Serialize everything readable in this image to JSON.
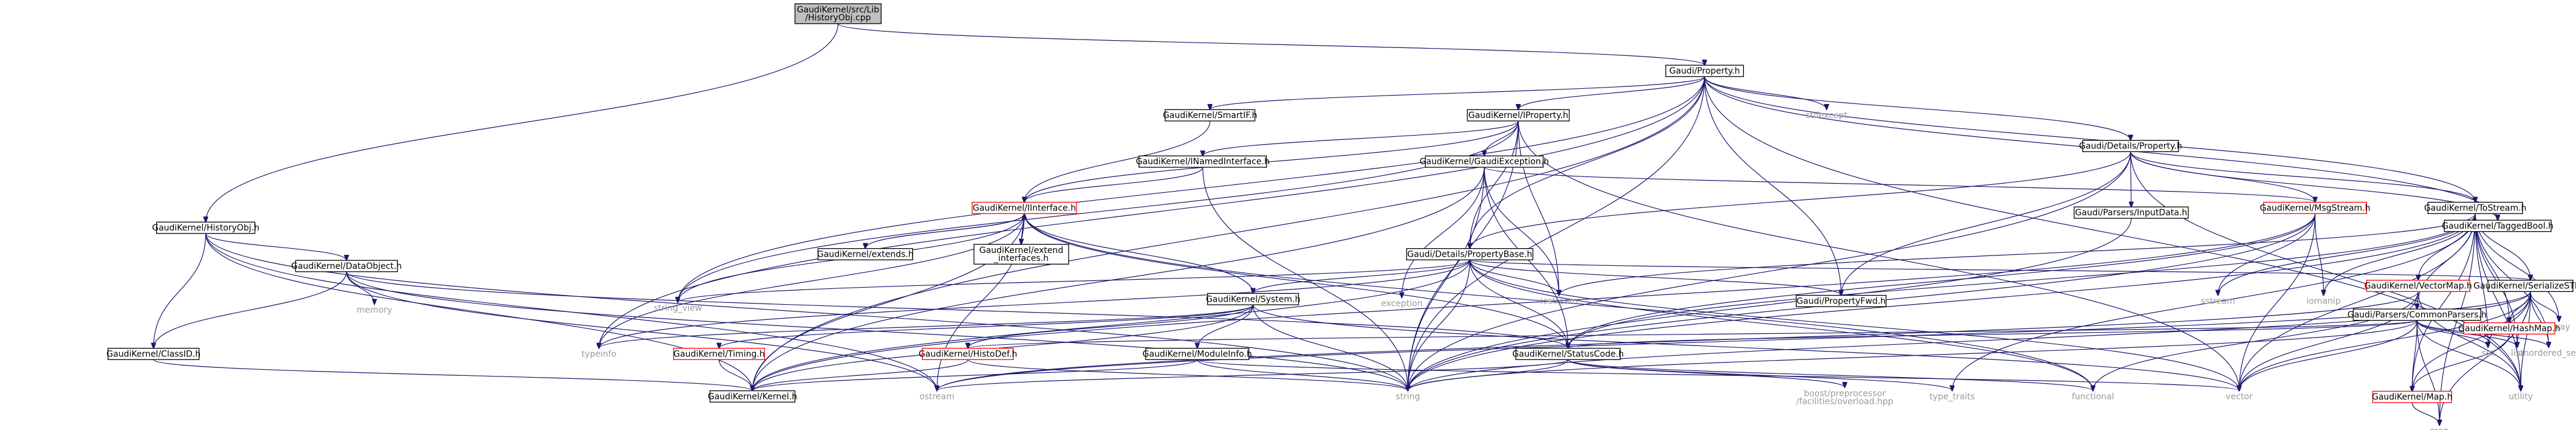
{
  "diagram": {
    "nodes": [
      {
        "id": "root",
        "lines": [
          "GaudiKernel/src/Lib",
          "/HistoryObj.cpp"
        ],
        "style": "root"
      },
      {
        "id": "prop",
        "lines": [
          "Gaudi/Property.h"
        ],
        "style": "normal"
      },
      {
        "id": "histobj",
        "lines": [
          "GaudiKernel/HistoryObj.h"
        ],
        "style": "normal"
      },
      {
        "id": "smartif",
        "lines": [
          "GaudiKernel/SmartIF.h"
        ],
        "style": "normal"
      },
      {
        "id": "iproperty",
        "lines": [
          "GaudiKernel/IProperty.h"
        ],
        "style": "normal"
      },
      {
        "id": "stdexcept",
        "lines": [
          "stdexcept"
        ],
        "style": "system"
      },
      {
        "id": "dprop",
        "lines": [
          "Gaudi/Details/Property.h"
        ],
        "style": "normal"
      },
      {
        "id": "taggedbool",
        "lines": [
          "GaudiKernel/TaggedBool.h"
        ],
        "style": "normal"
      },
      {
        "id": "inamed",
        "lines": [
          "GaudiKernel/INamedInterface.h"
        ],
        "style": "normal"
      },
      {
        "id": "gexc",
        "lines": [
          "GaudiKernel/GaudiException.h"
        ],
        "style": "normal"
      },
      {
        "id": "dataobj",
        "lines": [
          "GaudiKernel/DataObject.h"
        ],
        "style": "normal"
      },
      {
        "id": "iface",
        "lines": [
          "GaudiKernel/IInterface.h"
        ],
        "style": "red"
      },
      {
        "id": "ext",
        "lines": [
          "GaudiKernel/extends.h"
        ],
        "style": "normal"
      },
      {
        "id": "extif",
        "lines": [
          "GaudiKernel/extend",
          "_interfaces.h"
        ],
        "style": "normal"
      },
      {
        "id": "dpbase",
        "lines": [
          "Gaudi/Details/PropertyBase.h"
        ],
        "style": "normal"
      },
      {
        "id": "inputdata",
        "lines": [
          "Gaudi/Parsers/InputData.h"
        ],
        "style": "normal"
      },
      {
        "id": "msgstream",
        "lines": [
          "GaudiKernel/MsgStream.h"
        ],
        "style": "red"
      },
      {
        "id": "tostream",
        "lines": [
          "GaudiKernel/ToStream.h"
        ],
        "style": "normal"
      },
      {
        "id": "exception",
        "lines": [
          "exception"
        ],
        "style": "system"
      },
      {
        "id": "classid",
        "lines": [
          "GaudiKernel/ClassID.h"
        ],
        "style": "normal"
      },
      {
        "id": "memory",
        "lines": [
          "memory"
        ],
        "style": "system"
      },
      {
        "id": "stringview",
        "lines": [
          "string_view"
        ],
        "style": "system"
      },
      {
        "id": "system",
        "lines": [
          "GaudiKernel/System.h"
        ],
        "style": "normal"
      },
      {
        "id": "iostream",
        "lines": [
          "iostream"
        ],
        "style": "system"
      },
      {
        "id": "propfwd",
        "lines": [
          "Gaudi/PropertyFwd.h"
        ],
        "style": "normal"
      },
      {
        "id": "sstream",
        "lines": [
          "sstream"
        ],
        "style": "system"
      },
      {
        "id": "iomanip",
        "lines": [
          "iomanip"
        ],
        "style": "system"
      },
      {
        "id": "vectormap",
        "lines": [
          "GaudiKernel/VectorMap.h"
        ],
        "style": "red"
      },
      {
        "id": "commonparsers",
        "lines": [
          "Gaudi/Parsers/CommonParsers.h"
        ],
        "style": "normal"
      },
      {
        "id": "serialize",
        "lines": [
          "GaudiKernel/SerializeSTL.h"
        ],
        "style": "normal"
      },
      {
        "id": "typeinfo",
        "lines": [
          "typeinfo"
        ],
        "style": "system"
      },
      {
        "id": "timing",
        "lines": [
          "GaudiKernel/Timing.h"
        ],
        "style": "red"
      },
      {
        "id": "histodef",
        "lines": [
          "GaudiKernel/HistoDef.h"
        ],
        "style": "red"
      },
      {
        "id": "modinfo",
        "lines": [
          "GaudiKernel/ModuleInfo.h"
        ],
        "style": "normal"
      },
      {
        "id": "statuscode",
        "lines": [
          "GaudiKernel/StatusCode.h"
        ],
        "style": "normal"
      },
      {
        "id": "set",
        "lines": [
          "set"
        ],
        "style": "system"
      },
      {
        "id": "list",
        "lines": [
          "list"
        ],
        "style": "system"
      },
      {
        "id": "unordset",
        "lines": [
          "unordered_set"
        ],
        "style": "system"
      },
      {
        "id": "array",
        "lines": [
          "array"
        ],
        "style": "system"
      },
      {
        "id": "hashmap",
        "lines": [
          "GaudiKernel/HashMap.h"
        ],
        "style": "red"
      },
      {
        "id": "kernel",
        "lines": [
          "GaudiKernel/Kernel.h"
        ],
        "style": "normal"
      },
      {
        "id": "ostream",
        "lines": [
          "ostream"
        ],
        "style": "system"
      },
      {
        "id": "string",
        "lines": [
          "string"
        ],
        "style": "system"
      },
      {
        "id": "boost",
        "lines": [
          "boost/preprocessor",
          "/facilities/overload.hpp"
        ],
        "style": "system"
      },
      {
        "id": "typetraits",
        "lines": [
          "type_traits"
        ],
        "style": "system"
      },
      {
        "id": "functional",
        "lines": [
          "functional"
        ],
        "style": "system"
      },
      {
        "id": "vector",
        "lines": [
          "vector"
        ],
        "style": "system"
      },
      {
        "id": "gmap",
        "lines": [
          "GaudiKernel/Map.h"
        ],
        "style": "red"
      },
      {
        "id": "utility",
        "lines": [
          "utility"
        ],
        "style": "system"
      },
      {
        "id": "map",
        "lines": [
          "map"
        ],
        "style": "system"
      }
    ],
    "edges": [
      [
        "root",
        "prop"
      ],
      [
        "root",
        "histobj"
      ],
      [
        "prop",
        "smartif"
      ],
      [
        "prop",
        "iproperty"
      ],
      [
        "prop",
        "stdexcept"
      ],
      [
        "prop",
        "dprop"
      ],
      [
        "prop",
        "dpbase"
      ],
      [
        "prop",
        "propfwd"
      ],
      [
        "prop",
        "tostream"
      ],
      [
        "prop",
        "taggedbool"
      ],
      [
        "prop",
        "utility"
      ],
      [
        "prop",
        "string"
      ],
      [
        "prop",
        "stringview"
      ],
      [
        "prop",
        "typeinfo"
      ],
      [
        "prop",
        "kernel"
      ],
      [
        "histobj",
        "dataobj"
      ],
      [
        "histobj",
        "classid"
      ],
      [
        "histobj",
        "kernel"
      ],
      [
        "histobj",
        "string"
      ],
      [
        "histobj",
        "ostream"
      ],
      [
        "smartif",
        "iface"
      ],
      [
        "iproperty",
        "inamed"
      ],
      [
        "iproperty",
        "gexc"
      ],
      [
        "iproperty",
        "dpbase"
      ],
      [
        "iproperty",
        "iface"
      ],
      [
        "iproperty",
        "iostream"
      ],
      [
        "iproperty",
        "string"
      ],
      [
        "iproperty",
        "stringview"
      ],
      [
        "iproperty",
        "vector"
      ],
      [
        "dprop",
        "dpbase"
      ],
      [
        "dprop",
        "inputdata"
      ],
      [
        "dprop",
        "msgstream"
      ],
      [
        "dprop",
        "tostream"
      ],
      [
        "dprop",
        "taggedbool"
      ],
      [
        "dprop",
        "propfwd"
      ],
      [
        "dprop",
        "string"
      ],
      [
        "dprop",
        "utility"
      ],
      [
        "inamed",
        "iface"
      ],
      [
        "inamed",
        "string"
      ],
      [
        "gexc",
        "exception"
      ],
      [
        "gexc",
        "iostream"
      ],
      [
        "gexc",
        "statuscode"
      ],
      [
        "gexc",
        "string"
      ],
      [
        "gexc",
        "kernel"
      ],
      [
        "gexc",
        "msgstream"
      ],
      [
        "dataobj",
        "classid"
      ],
      [
        "dataobj",
        "statuscode"
      ],
      [
        "dataobj",
        "memory"
      ],
      [
        "dataobj",
        "string"
      ],
      [
        "dataobj",
        "ostream"
      ],
      [
        "iface",
        "ext"
      ],
      [
        "iface",
        "extif"
      ],
      [
        "iface",
        "system"
      ],
      [
        "iface",
        "statuscode"
      ],
      [
        "iface",
        "kernel"
      ],
      [
        "iface",
        "typeinfo"
      ],
      [
        "iface",
        "ostream"
      ],
      [
        "iface",
        "stringview"
      ],
      [
        "iface",
        "functional"
      ],
      [
        "ext",
        "iface"
      ],
      [
        "extif",
        "iface"
      ],
      [
        "dpbase",
        "stringview"
      ],
      [
        "dpbase",
        "iostream"
      ],
      [
        "dpbase",
        "propfwd"
      ],
      [
        "dpbase",
        "statuscode"
      ],
      [
        "dpbase",
        "string"
      ],
      [
        "dpbase",
        "system"
      ],
      [
        "dpbase",
        "typeinfo"
      ],
      [
        "dpbase",
        "kernel"
      ],
      [
        "dpbase",
        "functional"
      ],
      [
        "dpbase",
        "vector"
      ],
      [
        "dpbase",
        "serialize"
      ],
      [
        "inputdata",
        "string"
      ],
      [
        "msgstream",
        "iomanip"
      ],
      [
        "msgstream",
        "sstream"
      ],
      [
        "msgstream",
        "string"
      ],
      [
        "msgstream",
        "kernel"
      ],
      [
        "msgstream",
        "vector"
      ],
      [
        "msgstream",
        "statuscode"
      ],
      [
        "tostream",
        "iostream"
      ],
      [
        "tostream",
        "iomanip"
      ],
      [
        "tostream",
        "sstream"
      ],
      [
        "tostream",
        "vectormap"
      ],
      [
        "tostream",
        "commonparsers"
      ],
      [
        "tostream",
        "serialize"
      ],
      [
        "tostream",
        "set"
      ],
      [
        "tostream",
        "list"
      ],
      [
        "tostream",
        "unordset"
      ],
      [
        "tostream",
        "array"
      ],
      [
        "tostream",
        "hashmap"
      ],
      [
        "tostream",
        "gmap"
      ],
      [
        "tostream",
        "map"
      ],
      [
        "tostream",
        "vector"
      ],
      [
        "tostream",
        "utility"
      ],
      [
        "tostream",
        "string"
      ],
      [
        "tostream",
        "typetraits"
      ],
      [
        "tostream",
        "statuscode"
      ],
      [
        "classid",
        "kernel"
      ],
      [
        "system",
        "timing"
      ],
      [
        "system",
        "modinfo"
      ],
      [
        "system",
        "kernel"
      ],
      [
        "system",
        "typeinfo"
      ],
      [
        "system",
        "string"
      ],
      [
        "system",
        "vector"
      ],
      [
        "system",
        "histodef"
      ],
      [
        "vectormap",
        "vector"
      ],
      [
        "vectormap",
        "functional"
      ],
      [
        "vectormap",
        "utility"
      ],
      [
        "vectormap",
        "ostream"
      ],
      [
        "commonparsers",
        "statuscode"
      ],
      [
        "commonparsers",
        "set"
      ],
      [
        "commonparsers",
        "list"
      ],
      [
        "commonparsers",
        "unordset"
      ],
      [
        "commonparsers",
        "vector"
      ],
      [
        "commonparsers",
        "map"
      ],
      [
        "commonparsers",
        "gmap"
      ],
      [
        "commonparsers",
        "string"
      ],
      [
        "commonparsers",
        "utility"
      ],
      [
        "commonparsers",
        "histodef"
      ],
      [
        "serialize",
        "array"
      ],
      [
        "serialize",
        "list"
      ],
      [
        "serialize",
        "unordset"
      ],
      [
        "serialize",
        "set"
      ],
      [
        "serialize",
        "hashmap"
      ],
      [
        "serialize",
        "gmap"
      ],
      [
        "serialize",
        "map"
      ],
      [
        "serialize",
        "vector"
      ],
      [
        "serialize",
        "utility"
      ],
      [
        "serialize",
        "ostream"
      ],
      [
        "serialize",
        "string"
      ],
      [
        "timing",
        "kernel"
      ],
      [
        "histodef",
        "kernel"
      ],
      [
        "histodef",
        "string"
      ],
      [
        "modinfo",
        "kernel"
      ],
      [
        "modinfo",
        "string"
      ],
      [
        "modinfo",
        "vector"
      ],
      [
        "statuscode",
        "boost"
      ],
      [
        "statuscode",
        "typetraits"
      ],
      [
        "statuscode",
        "functional"
      ],
      [
        "statuscode",
        "ostream"
      ],
      [
        "statuscode",
        "string"
      ],
      [
        "hashmap",
        "gmap"
      ],
      [
        "gmap",
        "map"
      ]
    ]
  }
}
